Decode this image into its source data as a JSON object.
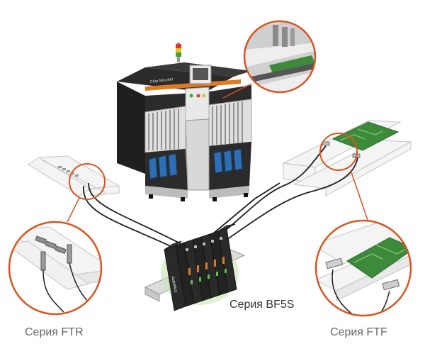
{
  "labels": {
    "bf5s": "Серия BF5S",
    "ftr": "Серия FTR",
    "ftf": "Серия FTF"
  },
  "machine": {
    "brand_text": "Chip Mounter"
  },
  "amplifier": {
    "brand_text": "Autonics"
  },
  "colors": {
    "callout_ring": "#d9541e",
    "machine_body": "#2b2b2b",
    "machine_panel": "#e9e9e9",
    "accent_orange": "#e07a1f",
    "pcb_green": "#3d8a3a",
    "cable": "#1e1e1e",
    "rail": "#f2f2f2",
    "rail_stroke": "#bdbdbd"
  }
}
